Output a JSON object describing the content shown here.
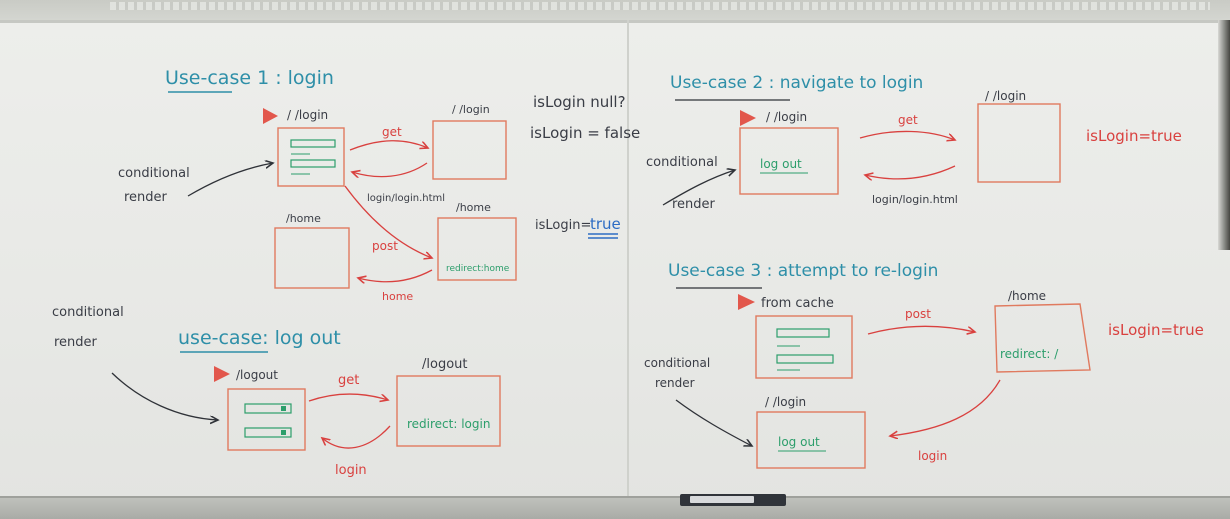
{
  "colors": {
    "board": "#ecedea",
    "frame": "#b9bcb6",
    "teal": "#2e8fa8",
    "red": "#d9413f",
    "dark": "#3a3d46",
    "blue": "#2d6cc4",
    "green": "#2c9e6b",
    "orange_box": "#e07a5f"
  },
  "uc1": {
    "title": "Use-case 1 : login",
    "path_login": "/ /login",
    "path_login_server": "/ /login",
    "get": "get",
    "return_label": "login/login.html",
    "path_home": "/home",
    "path_home_server": "/home",
    "post": "post",
    "home": "home",
    "redirect": "redirect:home",
    "note_null": "isLogin null?",
    "note_false": "isLogin = false",
    "note_true_prefix": "isLogin=",
    "note_true_value": "true",
    "side_label_1": "conditional",
    "side_label_2": "render"
  },
  "uc2": {
    "title": "Use-case 2 : navigate to login",
    "path_login": "/ /login",
    "path_login_server": "/ /login",
    "get": "get",
    "logout": "log out",
    "return_label": "login/login.html",
    "note_true": "isLogin=true",
    "side_label_1": "conditional",
    "side_label_2": "render"
  },
  "logout": {
    "title": "use-case: log out",
    "path_logout": "/logout",
    "path_logout_server": "/logout",
    "get": "get",
    "redirect": "redirect: login",
    "login": "login",
    "side_label_1": "conditional",
    "side_label_2": "render"
  },
  "uc3": {
    "title": "Use-case 3 : attempt to re-login",
    "from_cache": "from cache",
    "post": "post",
    "path_home": "/home",
    "redirect": "redirect: /",
    "note_true": "isLogin=true",
    "path_login": "/ /login",
    "logout": "log out",
    "login": "login",
    "side_label_1": "conditional",
    "side_label_2": "render"
  }
}
